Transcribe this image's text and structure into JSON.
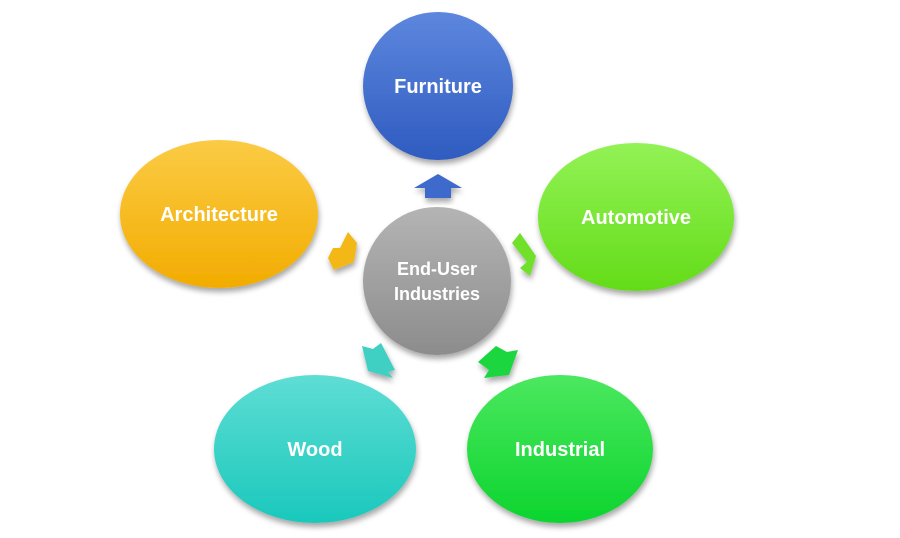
{
  "center": {
    "label_line1": "End-User",
    "label_line2": "Industries"
  },
  "nodes": [
    {
      "id": "furniture",
      "label": "Furniture",
      "color": "#3A66C8",
      "color_light": "#5D87DE"
    },
    {
      "id": "automotive",
      "label": "Automotive",
      "color": "#6AE224",
      "color_light": "#93F256"
    },
    {
      "id": "industrial",
      "label": "Industrial",
      "color": "#14D838",
      "color_light": "#4BE85F"
    },
    {
      "id": "wood",
      "label": "Wood",
      "color": "#24CDC2",
      "color_light": "#5EDDD4"
    },
    {
      "id": "architecture",
      "label": "Architecture",
      "color": "#F5B40C",
      "color_light": "#FBCB45"
    }
  ],
  "hub_color": "#9A9A9A"
}
